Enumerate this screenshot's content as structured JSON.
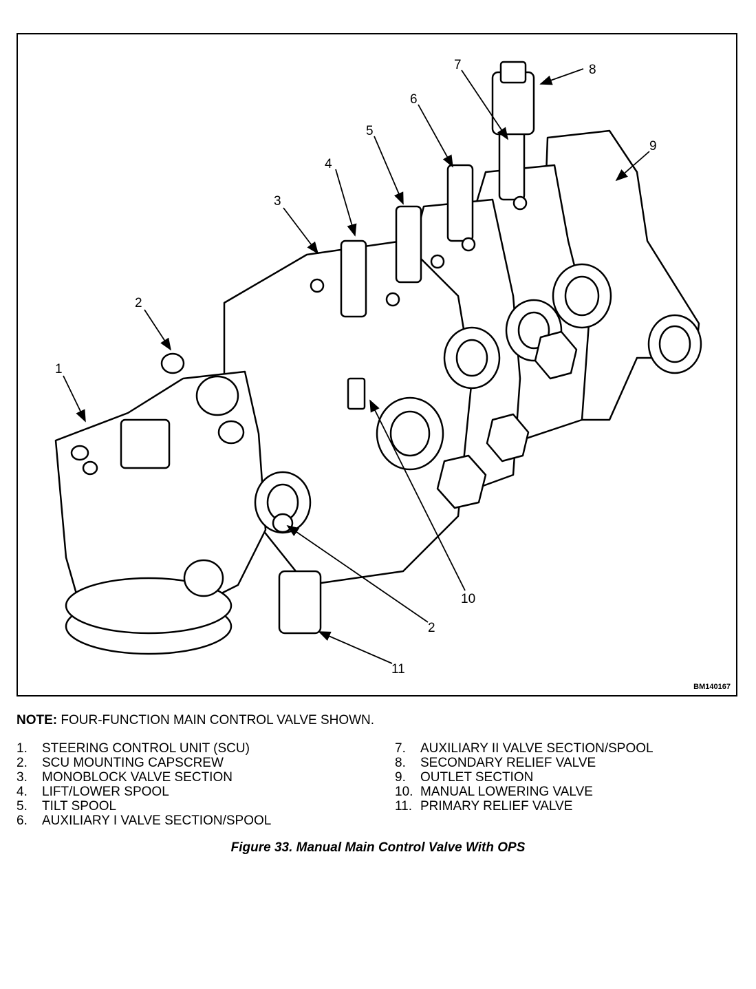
{
  "figure": {
    "code": "BM140167",
    "callouts": [
      "7",
      "8",
      "6",
      "9",
      "5",
      "4",
      "3",
      "2",
      "1",
      "10",
      "2",
      "11"
    ],
    "illustration_icon": "hydraulic-main-control-valve-line-art"
  },
  "note": {
    "label": "NOTE:",
    "text": " FOUR-FUNCTION MAIN CONTROL VALVE SHOWN."
  },
  "legend": {
    "left": [
      {
        "num": "1.",
        "text": "STEERING CONTROL UNIT (SCU)"
      },
      {
        "num": "2.",
        "text": "SCU MOUNTING CAPSCREW"
      },
      {
        "num": "3.",
        "text": "MONOBLOCK VALVE SECTION"
      },
      {
        "num": "4.",
        "text": "LIFT/LOWER SPOOL"
      },
      {
        "num": "5.",
        "text": "TILT SPOOL"
      },
      {
        "num": "6.",
        "text": "AUXILIARY I VALVE SECTION/SPOOL"
      }
    ],
    "right": [
      {
        "num": "7.",
        "text": "AUXILIARY II VALVE SECTION/SPOOL"
      },
      {
        "num": "8.",
        "text": "SECONDARY RELIEF VALVE"
      },
      {
        "num": "9.",
        "text": "OUTLET SECTION"
      },
      {
        "num": "10.",
        "text": "MANUAL LOWERING VALVE"
      },
      {
        "num": "11.",
        "text": "PRIMARY RELIEF VALVE"
      }
    ]
  },
  "caption": "Figure 33. Manual Main Control Valve With OPS"
}
